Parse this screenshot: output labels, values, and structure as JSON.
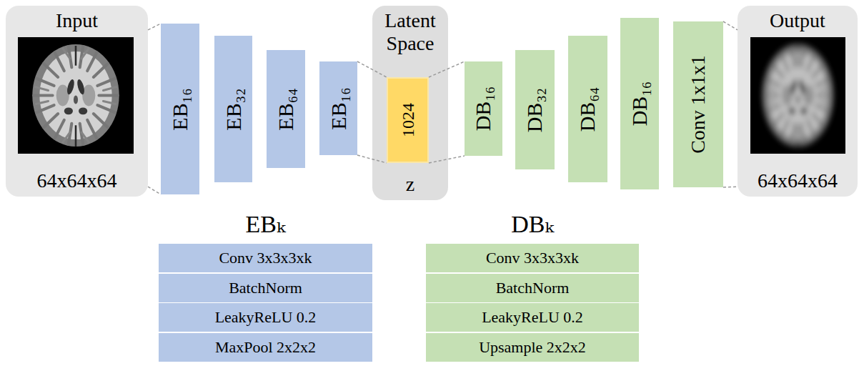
{
  "diagram": {
    "nodes": [
      {
        "text": [
          "Input",
          "64x64x64"
        ]
      },
      {
        "text": [
          "EB₁₆"
        ]
      },
      {
        "text": [
          "EB₃₂"
        ]
      },
      {
        "text": [
          "EB₆₄"
        ]
      },
      {
        "text": [
          "EB₁₆"
        ]
      },
      {
        "text": [
          "Latent Space",
          "z"
        ]
      },
      {
        "text": [
          "1024"
        ],
        "in": 5
      },
      {
        "text": [
          "DB₁₆"
        ]
      },
      {
        "text": [
          "DB₃₂"
        ]
      },
      {
        "text": [
          "DB₆₄"
        ]
      },
      {
        "text": [
          "DB₁₆"
        ]
      },
      {
        "text": [
          "Conv 1x1x1"
        ]
      },
      {
        "text": [
          "Output",
          "64x64x64"
        ]
      },
      {
        "text": [
          "EBₖ"
        ]
      },
      {
        "text": [
          "Conv 3x3x3xk"
        ],
        "in": 13
      },
      {
        "text": [
          "BatchNorm"
        ],
        "in": 13
      },
      {
        "text": [
          "LeakyReLU 0.2"
        ],
        "in": 13
      },
      {
        "text": [
          "MaxPool 2x2x2"
        ],
        "in": 13
      },
      {
        "text": [
          "DBₖ"
        ]
      },
      {
        "text": [
          "Conv 3x3x3xk"
        ],
        "in": 18
      },
      {
        "text": [
          "BatchNorm"
        ],
        "in": 18
      },
      {
        "text": [
          "LeakyReLU 0.2"
        ],
        "in": 18
      },
      {
        "text": [
          "Upsample 2x2x2"
        ],
        "in": 18
      }
    ],
    "edges": [
      {
        "from": 0,
        "to": 1,
        "arrow": "none"
      },
      {
        "from": 0,
        "to": 1,
        "arrow": "none"
      },
      {
        "from": 4,
        "to": 6,
        "arrow": "none"
      },
      {
        "from": 4,
        "to": 6,
        "arrow": "none"
      },
      {
        "from": 6,
        "to": 7,
        "arrow": "none"
      },
      {
        "from": 6,
        "to": 7,
        "arrow": "none"
      },
      {
        "from": 11,
        "to": 12,
        "arrow": "none"
      },
      {
        "from": 11,
        "to": 12,
        "arrow": "none"
      }
    ]
  }
}
